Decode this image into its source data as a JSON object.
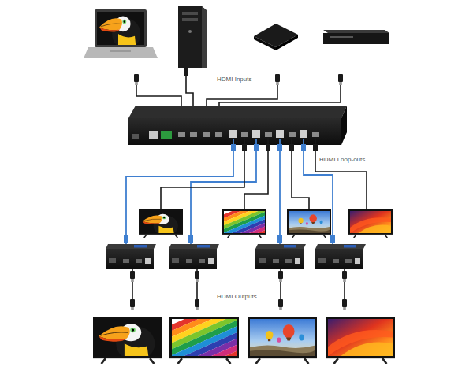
{
  "diagram": {
    "labels": [
      "HDMI Inputs",
      "HDMI Loop-outs",
      "HDMI Outputs"
    ]
  }
}
